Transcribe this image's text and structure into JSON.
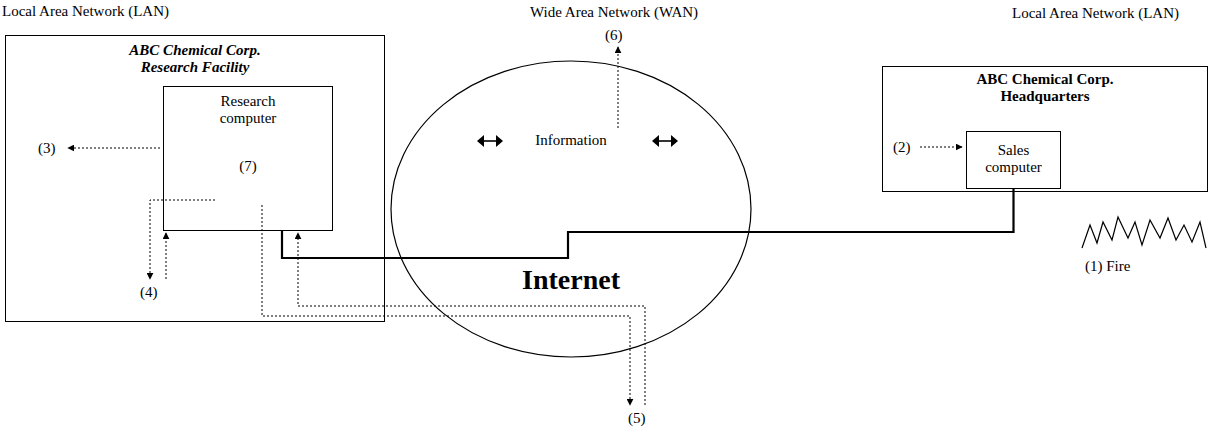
{
  "diagram": {
    "nodes": [
      {
        "text": [
          "ABC Chemical Corp. Research Facility"
        ]
      },
      {
        "text": [
          "Research computer",
          "(7)"
        ],
        "in": 0
      },
      {
        "text": [
          "Information",
          "Internet"
        ]
      },
      {
        "text": [
          "ABC Chemical Corp. Headquarters"
        ]
      },
      {
        "text": [
          "Sales computer"
        ],
        "in": 3
      }
    ],
    "edges": [
      {
        "from": 1,
        "to": 4,
        "arrow": "none"
      }
    ],
    "labels": [
      "Local Area Network (LAN)",
      "Wide Area Network (WAN)",
      "(6)",
      "Local Area Network (LAN)",
      "(3)",
      "(2)",
      "(4)",
      "(5)",
      "(1) Fire"
    ]
  }
}
